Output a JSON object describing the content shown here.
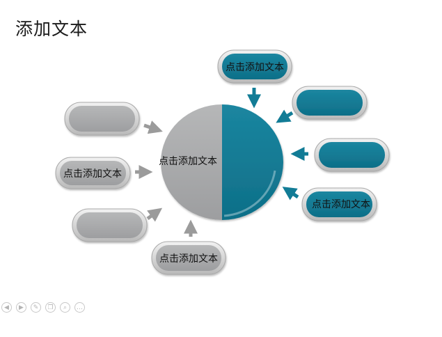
{
  "slide": {
    "title": "添加文本"
  },
  "diagram": {
    "center_label": "点击添加文本",
    "colors": {
      "teal": "#127c96",
      "teal_dark": "#0c6378",
      "gray": "#a9aaab",
      "gray_dark": "#8e8f91",
      "frame": "#d4d4d4",
      "arrow_gray": "#9b9b9b",
      "arrow_teal": "#127c96"
    },
    "boxes": {
      "left_top": "",
      "left_middle": "点击添加文本",
      "left_bottom": "",
      "bottom": "点击添加文本",
      "top": "点击添加文本",
      "right_top": "",
      "right_middle": "",
      "right_bottom": "点击添加文本"
    }
  },
  "toolbar": {
    "icons": [
      "prev-icon",
      "next-icon",
      "pen-icon",
      "copy-icon",
      "zoom-icon",
      "more-icon"
    ],
    "glyphs": [
      "◀",
      "▶",
      "✎",
      "❐",
      "⌕",
      "…"
    ]
  }
}
